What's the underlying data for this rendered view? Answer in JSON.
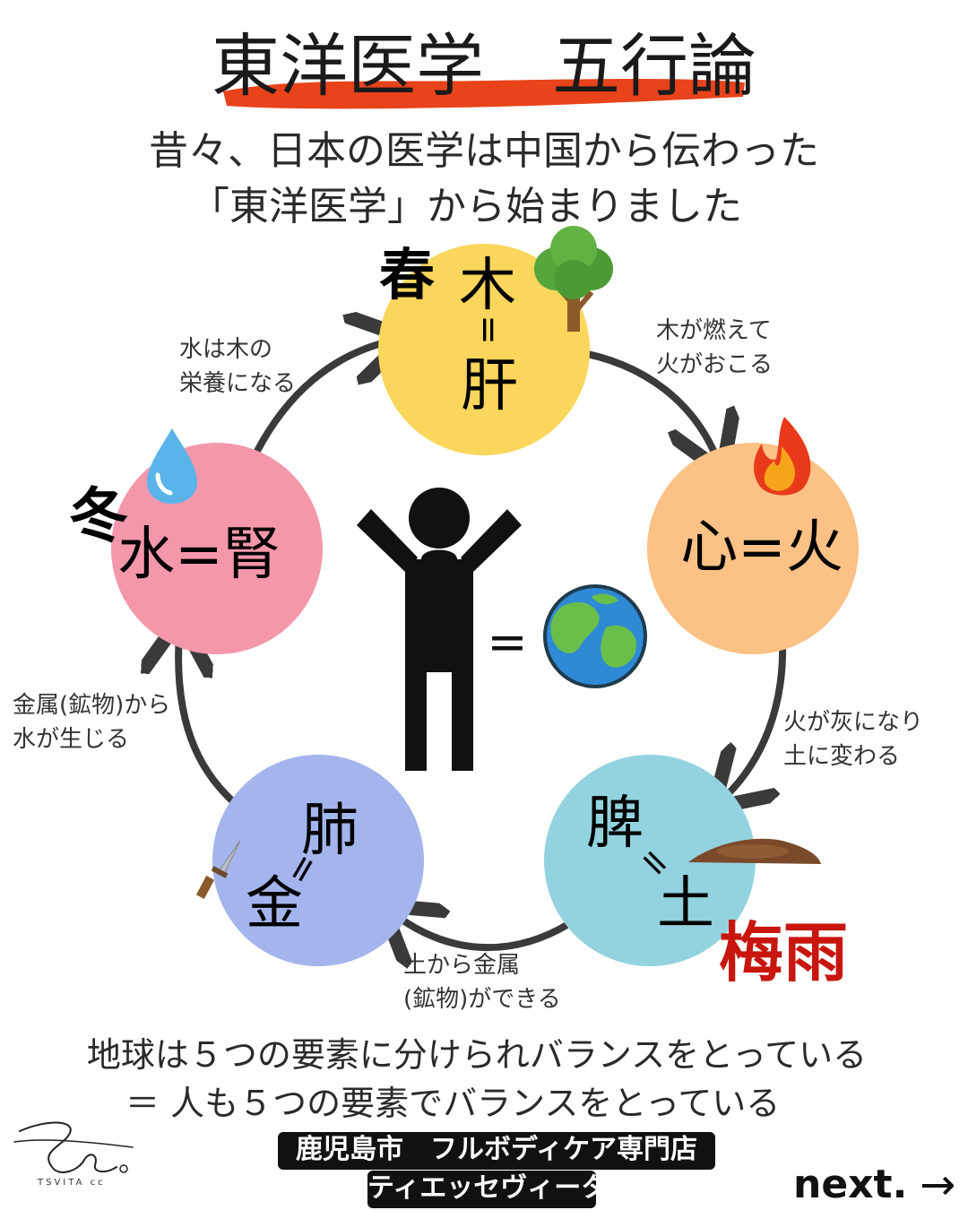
{
  "header": {
    "title": "東洋医学　五行論",
    "accent_color": "#e8431a"
  },
  "intro": {
    "line1": "昔々、日本の医学は中国から伝わった",
    "line2": "「東洋医学」から始まりました"
  },
  "elements": {
    "wood": {
      "organ_top": "木",
      "equals": "=",
      "organ_bottom": "肝",
      "season": "春",
      "icon": "tree-icon",
      "color": "#fad65c"
    },
    "fire": {
      "label": "心=火",
      "icon": "flame-icon",
      "color": "#fcc185"
    },
    "earth": {
      "organ_top": "脾",
      "equals": "=",
      "organ_bottom": "土",
      "season": "梅雨",
      "season_color": "#c8160f",
      "icon": "soil-icon",
      "color": "#93d3df"
    },
    "metal": {
      "organ_top": "肺",
      "equals": "=",
      "organ_bottom": "金",
      "icon": "dagger-icon",
      "color": "#a3b5ec"
    },
    "water": {
      "label": "水=腎",
      "season": "冬",
      "icon": "water-drop-icon",
      "color": "#f597ab"
    }
  },
  "cycle_notes": {
    "water_to_wood": [
      "水は木の",
      "栄養になる"
    ],
    "wood_to_fire": [
      "木が燃えて",
      "火がおこる"
    ],
    "fire_to_earth": [
      "火が灰になり",
      "土に変わる"
    ],
    "earth_to_metal": [
      "土から金属",
      "(鉱物)ができる"
    ],
    "metal_to_water": [
      "金属(鉱物)から",
      "水が生じる"
    ]
  },
  "center": {
    "human_icon": "person-icon",
    "equals": "=",
    "earth_icon": "globe-icon"
  },
  "closing": {
    "line1": "地球は５つの要素に分けられバランスをとっている",
    "line2": "＝ 人も５つの要素でバランスをとっている"
  },
  "footer": {
    "shop_name": "鹿児島市　フルボディケア専門店",
    "shop_brand": "ティエッセヴィータ",
    "next_label": "next.",
    "next_arrow": "→",
    "logo_text": "TSVITA cc"
  }
}
